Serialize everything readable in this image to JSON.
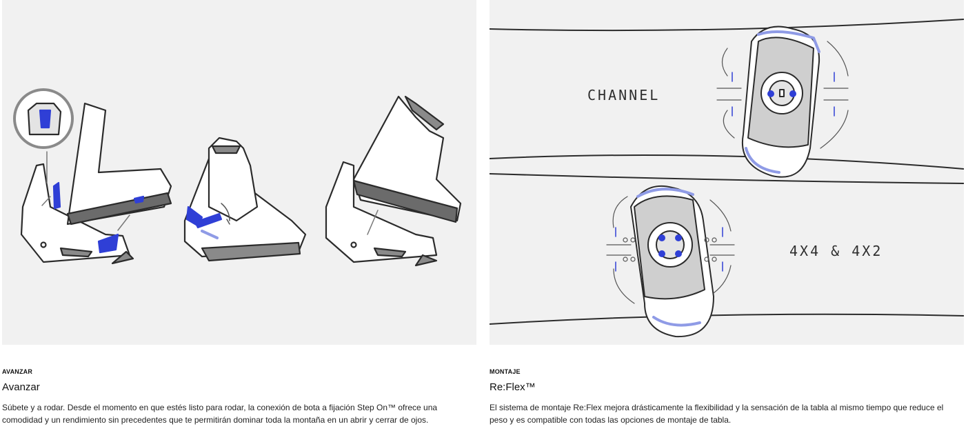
{
  "colors": {
    "panel_bg": "#f1f1f1",
    "line": "#2b2b2b",
    "accent_blue": "#2f3fd6",
    "light_blue": "#8f9be6",
    "gray_fill": "#c9c9c9",
    "dark_gray": "#6b6b6b"
  },
  "left": {
    "eyebrow": "AVANZAR",
    "title": "Avanzar",
    "description": "Súbete y a rodar. Desde el momento en que estés listo para rodar, la conexión de bota a fijación Step On™ ofrece una comodidad y un rendimiento sin precedentes que te permitirán dominar toda la montaña en un abrir y cerrar de ojos."
  },
  "right": {
    "eyebrow": "MONTAJE",
    "title": "Re:Flex™",
    "description": "El sistema de montaje Re:Flex mejora drásticamente la flexibilidad y la sensación de la tabla al mismo tiempo que reduce el peso y es compatible con todas las opciones de montaje de tabla.",
    "label_channel": "CHANNEL",
    "label_4x4": "4X4 & 4X2"
  }
}
